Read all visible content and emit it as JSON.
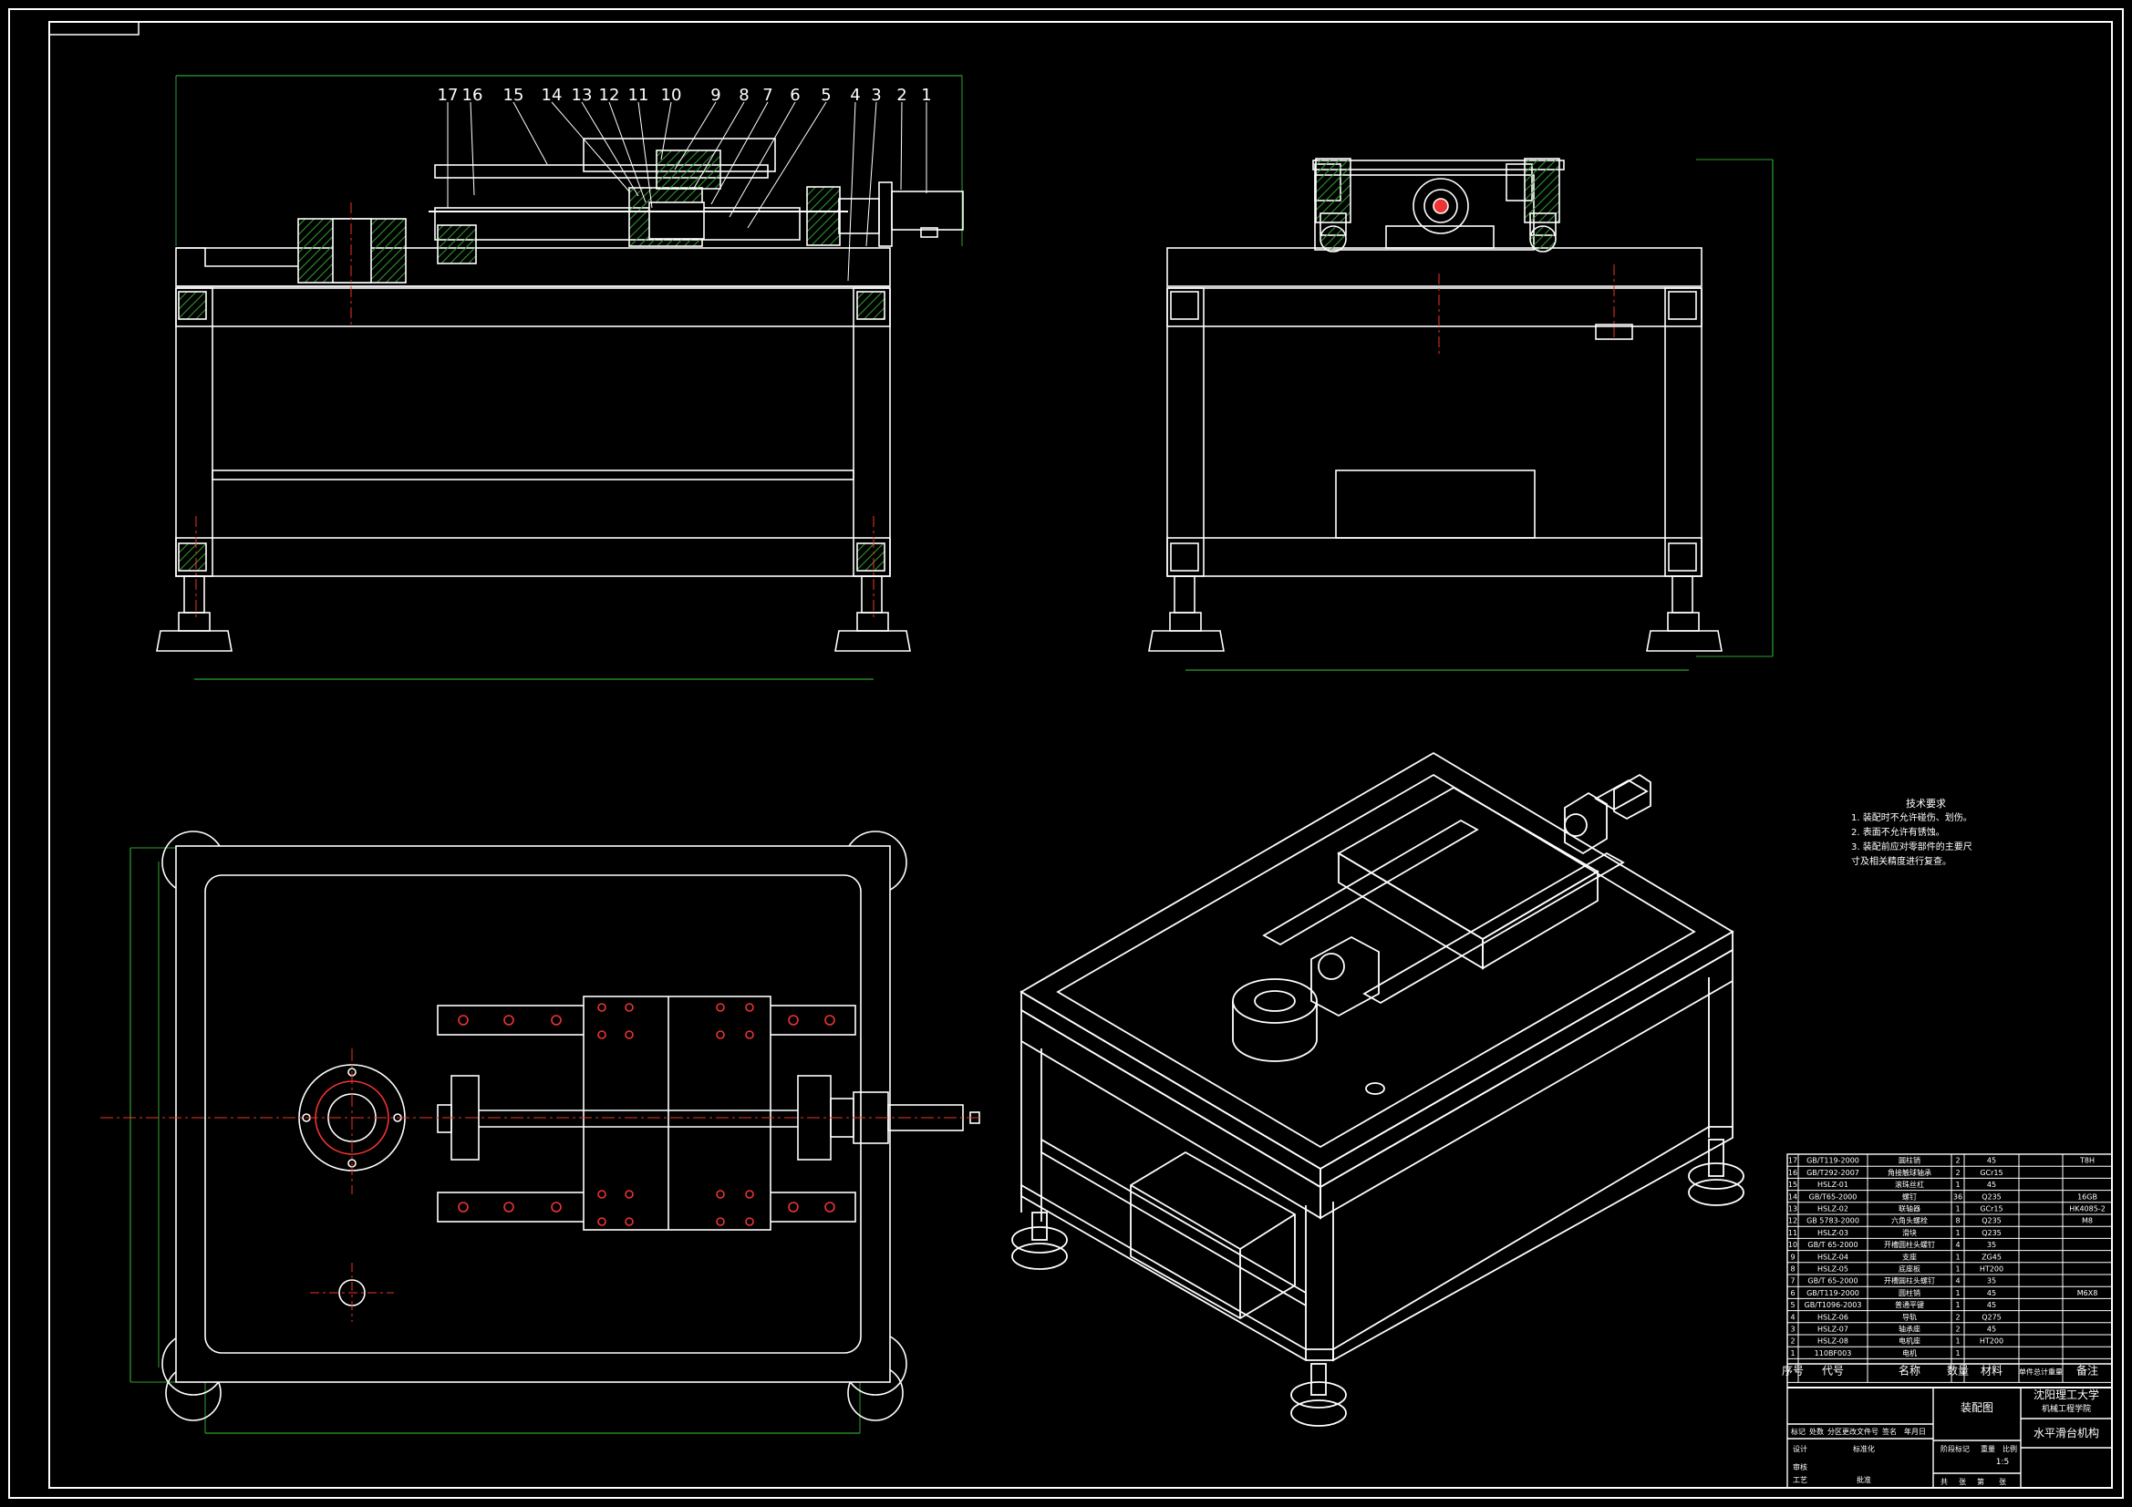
{
  "title_block": {
    "school": "沈阳理工大学",
    "department": "机械工程学院",
    "drawing_name": "装配图",
    "product_name": "水平滑台机构",
    "scale": "1:5",
    "row_labels": [
      "标记",
      "处数",
      "分区",
      "更改文件号",
      "签名",
      "年月日"
    ],
    "sign_labels": [
      "设计",
      "标准化",
      "审核",
      "工艺",
      "批准"
    ],
    "stage_labels": [
      "阶段标记",
      "重量",
      "比例"
    ],
    "sheet_labels": [
      "共",
      "张",
      "第",
      "张"
    ]
  },
  "parts_header": [
    "序号",
    "代号",
    "名称",
    "数量",
    "材料",
    "单件总计重量",
    "备注"
  ],
  "parts_list": [
    {
      "no": "17",
      "code": "GB/T119-2000",
      "name": "圆柱销",
      "qty": "2",
      "material": "45",
      "note": "T8H"
    },
    {
      "no": "16",
      "code": "GB/T292-2007",
      "name": "角接触球轴承",
      "qty": "2",
      "material": "GCr15",
      "note": ""
    },
    {
      "no": "15",
      "code": "HSLZ-01",
      "name": "滚珠丝杠",
      "qty": "1",
      "material": "45",
      "note": ""
    },
    {
      "no": "14",
      "code": "GB/T65-2000",
      "name": "螺钉",
      "qty": "36",
      "material": "Q235",
      "note": "16GB"
    },
    {
      "no": "13",
      "code": "HSLZ-02",
      "name": "联轴器",
      "qty": "1",
      "material": "GCr15",
      "note": "HK4085-2"
    },
    {
      "no": "12",
      "code": "GB 5783-2000",
      "name": "六角头螺栓",
      "qty": "8",
      "material": "Q235",
      "note": "M8"
    },
    {
      "no": "11",
      "code": "HSLZ-03",
      "name": "滑块",
      "qty": "1",
      "material": "Q235",
      "note": ""
    },
    {
      "no": "10",
      "code": "GB/T 65-2000",
      "name": "开槽圆柱头螺钉",
      "qty": "4",
      "material": "35",
      "note": ""
    },
    {
      "no": "9",
      "code": "HSLZ-04",
      "name": "支座",
      "qty": "1",
      "material": "ZG45",
      "note": ""
    },
    {
      "no": "8",
      "code": "HSLZ-05",
      "name": "底座板",
      "qty": "1",
      "material": "HT200",
      "note": ""
    },
    {
      "no": "7",
      "code": "GB/T 65-2000",
      "name": "开槽圆柱头螺钉",
      "qty": "4",
      "material": "35",
      "note": ""
    },
    {
      "no": "6",
      "code": "GB/T119-2000",
      "name": "圆柱销",
      "qty": "1",
      "material": "45",
      "note": "M6X8"
    },
    {
      "no": "5",
      "code": "GB/T1096-2003",
      "name": "普通平键",
      "qty": "1",
      "material": "45",
      "note": ""
    },
    {
      "no": "4",
      "code": "HSLZ-06",
      "name": "导轨",
      "qty": "2",
      "material": "Q275",
      "note": ""
    },
    {
      "no": "3",
      "code": "HSLZ-07",
      "name": "轴承座",
      "qty": "2",
      "material": "45",
      "note": ""
    },
    {
      "no": "2",
      "code": "HSLZ-08",
      "name": "电机座",
      "qty": "1",
      "material": "HT200",
      "note": ""
    },
    {
      "no": "1",
      "code": "110BF003",
      "name": "电机",
      "qty": "1",
      "material": "",
      "note": ""
    }
  ],
  "balloons": [
    "17",
    "16",
    "15",
    "14",
    "13",
    "12",
    "11",
    "10",
    "9",
    "8",
    "7",
    "6",
    "5",
    "4",
    "3",
    "2",
    "1"
  ],
  "tech_requirements": {
    "title": "技术要求",
    "items": [
      "1. 装配时不允许碰伤、划伤。",
      "2. 表面不允许有锈蚀。",
      "3. 装配前应对零部件的主要尺",
      "寸及相关精度进行复查。"
    ]
  }
}
